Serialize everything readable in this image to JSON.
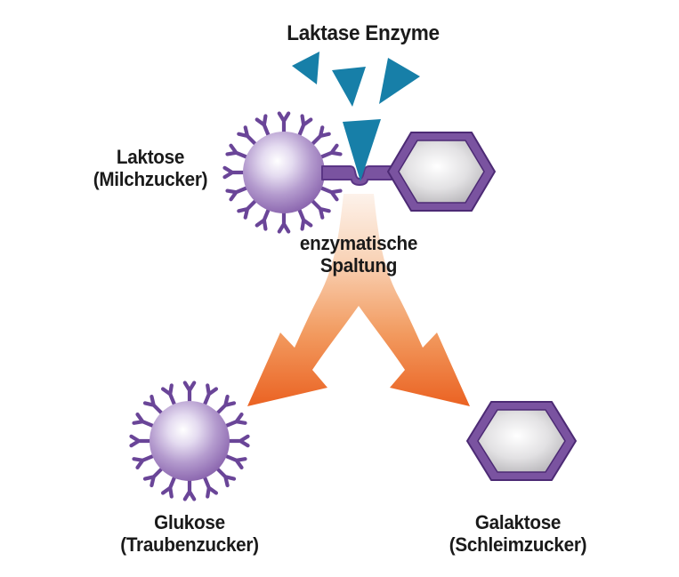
{
  "diagram": {
    "enzyme": {
      "label": "Laktase Enzyme",
      "icon": "teal-triangle-fragments"
    },
    "substrate": {
      "name": "Laktose",
      "synonym": "(Milchzucker)",
      "shape": "spiked-sphere-linked-to-hexagon"
    },
    "process": {
      "line1": "enzymatische",
      "line2": "Spaltung"
    },
    "products": [
      {
        "name": "Glukose",
        "synonym": "(Traubenzucker)",
        "shape": "spiked-sphere"
      },
      {
        "name": "Galaktose",
        "synonym": "(Schleimzucker)",
        "shape": "hexagon"
      }
    ]
  },
  "colors": {
    "teal": "#177fa8",
    "barFill": "#7a53a0",
    "barStroke": "#5a3585",
    "hexOutline": "#4c2a74",
    "spike": "#6a4598",
    "orangeTip": "#ea6020",
    "orangePale": "#fdf3ec",
    "text": "#1a1a1a",
    "bg": "#ffffff"
  }
}
